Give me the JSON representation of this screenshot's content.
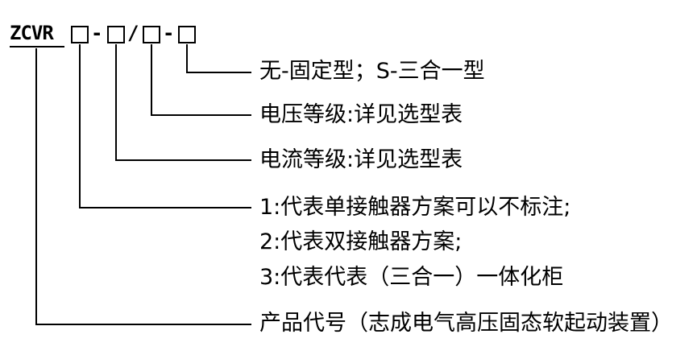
{
  "code": {
    "prefix": "ZCVR",
    "separators": [
      "-",
      "/",
      "-"
    ]
  },
  "descriptions": [
    "无-固定型；S-三合一型",
    "电压等级:详见选型表",
    "电流等级:详见选型表",
    "1:代表单接触器方案可以不标注;",
    "2:代表双接触器方案;",
    "3:代表代表（三合一）一体化柜",
    "产品代号（志成电气高压固态软起动装置）"
  ]
}
